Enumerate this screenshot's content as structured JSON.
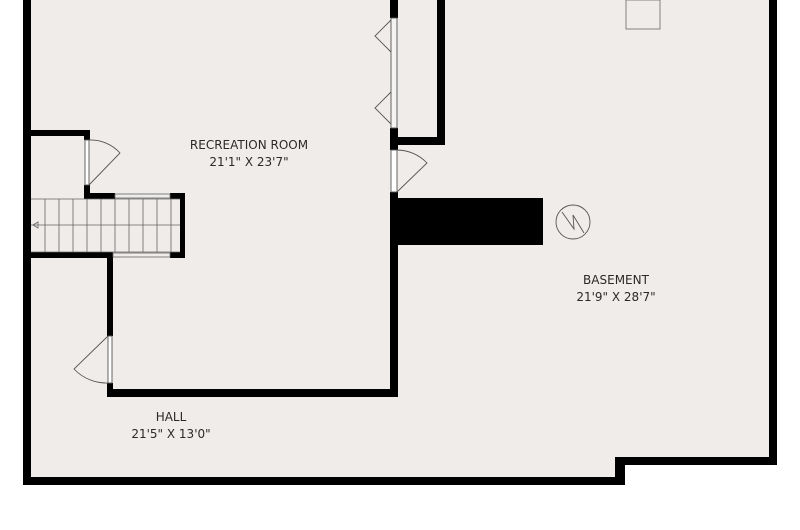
{
  "colors": {
    "floor": "#f0ece9",
    "wall": "#000000",
    "line": "#555555"
  },
  "rooms": [
    {
      "name": "RECREATION ROOM",
      "dims": "21'1\" X 23'7\""
    },
    {
      "name": "BASEMENT",
      "dims": "21'9\" X 28'7\""
    },
    {
      "name": "HALL",
      "dims": "21'5\" X 13'0\""
    }
  ]
}
